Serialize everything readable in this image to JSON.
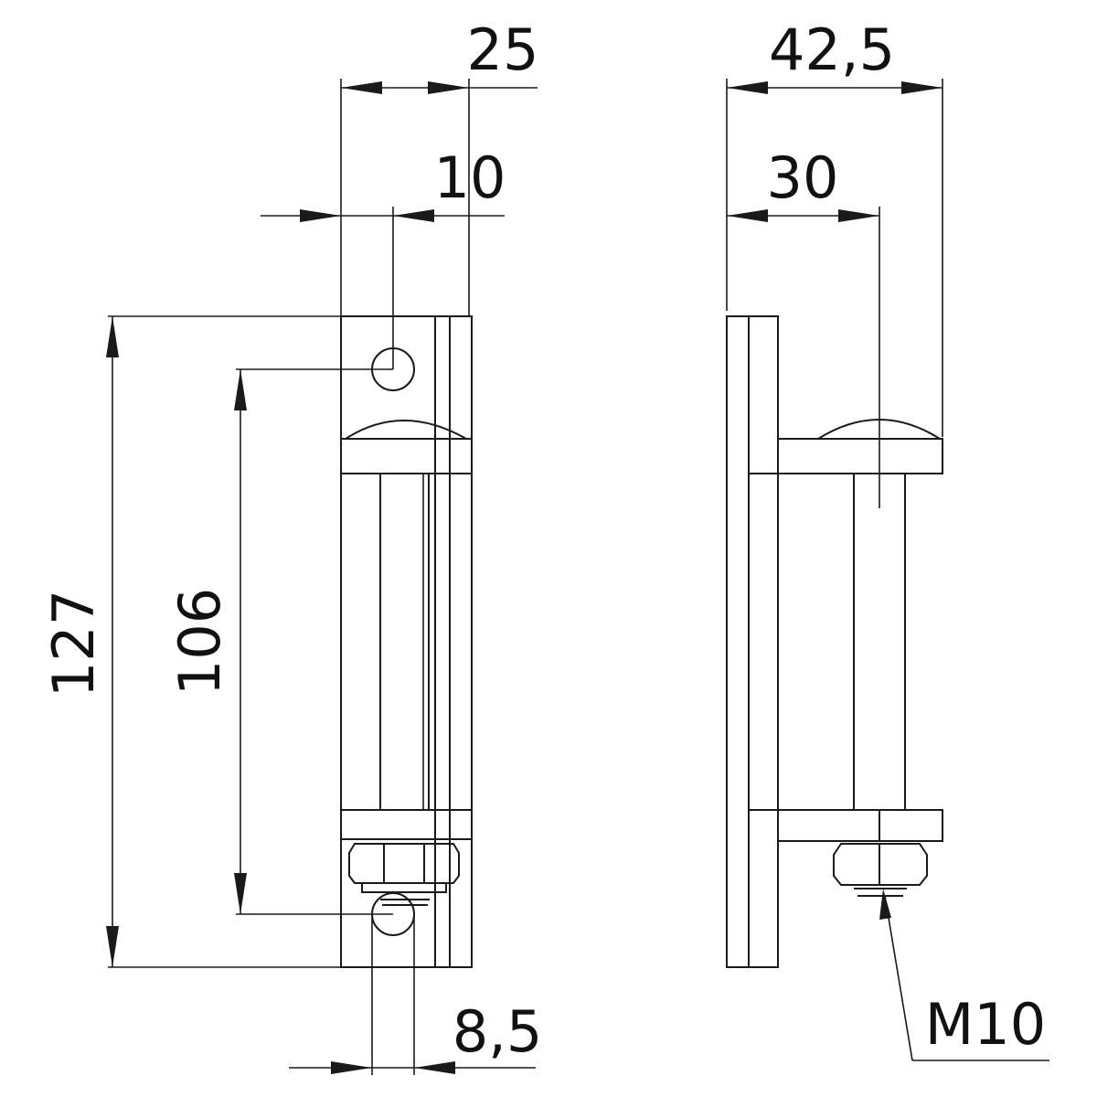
{
  "dimensions": {
    "width_overall_left": "25",
    "hole_offset": "10",
    "width_overall_right": "42,5",
    "bolt_offset": "30",
    "height_overall": "127",
    "hole_spacing": "106",
    "hole_diameter": "8,5",
    "thread_size": "M10"
  },
  "colors": {
    "line": "#1a1a1a",
    "background": "#ffffff"
  }
}
